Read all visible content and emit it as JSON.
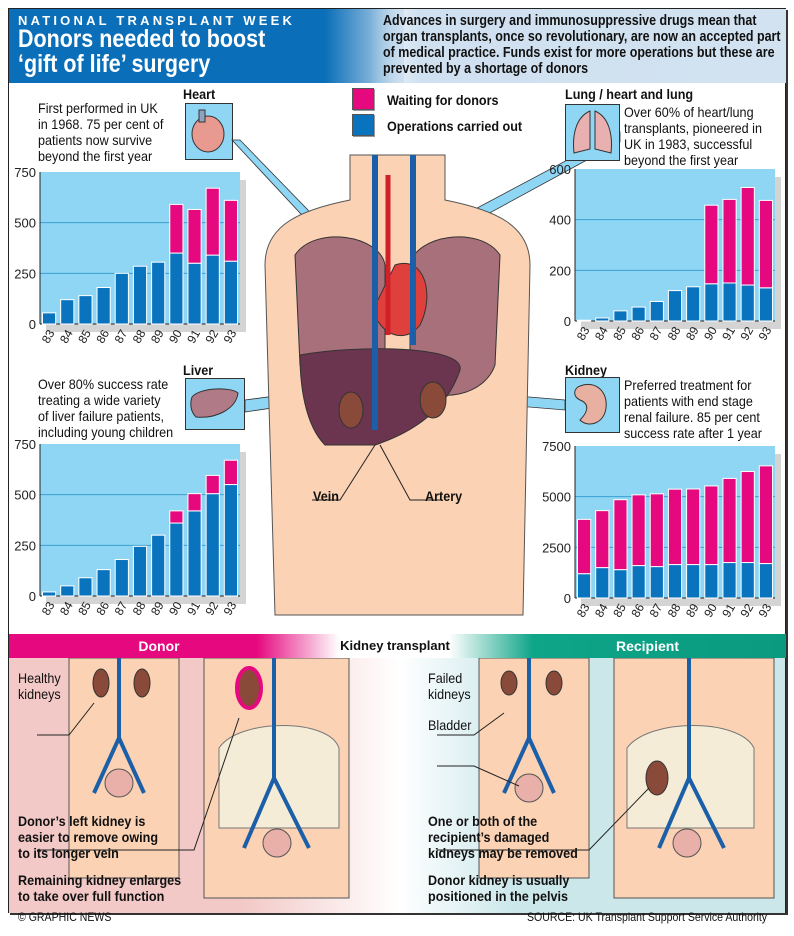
{
  "header": {
    "kicker": "NATIONAL TRANSPLANT WEEK",
    "title_line1": "Donors needed to boost",
    "title_line2": "‘gift of life’ surgery",
    "intro": "Advances in surgery and immunosuppressive drugs mean that organ transplants, once so revolutionary, are now an accepted part of medical practice. Funds exist for more operations but these are prevented by a shortage of donors"
  },
  "legend": {
    "waiting": "Waiting for donors",
    "operations": "Operations carried out",
    "colors": {
      "waiting": "#e5087e",
      "operations": "#0a73bd"
    }
  },
  "organs": {
    "heart": {
      "title": "Heart",
      "text": [
        "First performed in UK",
        "in 1968. 75 per cent of",
        "patients now survive",
        "beyond the first year"
      ]
    },
    "lung": {
      "title": "Lung / heart and lung",
      "text": [
        "Over 60% of heart/lung",
        "transplants, pioneered in",
        "UK in 1983, successful",
        "beyond the first year"
      ]
    },
    "liver": {
      "title": "Liver",
      "text": [
        "Over 80% success rate",
        "treating a wide variety",
        "of liver failure patients,",
        "including young children"
      ]
    },
    "kidney": {
      "title": "Kidney",
      "text": [
        "Preferred treatment for",
        "patients with end stage",
        "renal failure. 85 per cent",
        "success rate after 1 year"
      ]
    }
  },
  "body_labels": {
    "vein": "Vein",
    "artery": "Artery"
  },
  "kidney_section": {
    "title": "Kidney transplant",
    "donor": "Donor",
    "recipient": "Recipient",
    "healthy": [
      "Healthy",
      "kidneys"
    ],
    "failed": [
      "Failed",
      "kidneys"
    ],
    "bladder": "Bladder",
    "donor_note1": [
      "Donor’s left kidney is",
      "easier to remove owing",
      "to its longer vein"
    ],
    "donor_note2": [
      "Remaining kidney enlarges",
      "to take over full function"
    ],
    "recipient_note1": [
      "One or both of the",
      "recipient’s damaged",
      "kidneys may be removed"
    ],
    "recipient_note2": [
      "Donor kidney is usually",
      "positioned in the pelvis"
    ]
  },
  "footer": {
    "credit": "© GRAPHIC NEWS",
    "source": "SOURCE: UK Transplant Support Service Authority"
  },
  "chart_data": [
    {
      "id": "heart",
      "type": "bar",
      "stacked": true,
      "title": "Heart",
      "categories": [
        "83",
        "84",
        "85",
        "86",
        "87",
        "88",
        "89",
        "90",
        "91",
        "92",
        "93"
      ],
      "ylim": [
        0,
        750
      ],
      "yticks": [
        0,
        250,
        500,
        750
      ],
      "series": [
        {
          "name": "Operations carried out",
          "values": [
            55,
            120,
            140,
            180,
            250,
            285,
            305,
            350,
            300,
            340,
            310
          ]
        },
        {
          "name": "Waiting for donors",
          "values": [
            0,
            0,
            0,
            0,
            0,
            0,
            0,
            240,
            265,
            330,
            300
          ]
        }
      ]
    },
    {
      "id": "lung",
      "type": "bar",
      "stacked": true,
      "title": "Lung / heart and lung",
      "categories": [
        "83",
        "84",
        "85",
        "86",
        "87",
        "88",
        "89",
        "90",
        "91",
        "92",
        "93"
      ],
      "ylim": [
        0,
        600
      ],
      "yticks": [
        0,
        200,
        400,
        600
      ],
      "series": [
        {
          "name": "Operations carried out",
          "values": [
            3,
            12,
            40,
            55,
            77,
            120,
            135,
            147,
            150,
            142,
            131
          ]
        },
        {
          "name": "Waiting for donors",
          "values": [
            0,
            0,
            0,
            0,
            0,
            0,
            0,
            310,
            330,
            385,
            345
          ]
        }
      ]
    },
    {
      "id": "liver",
      "type": "bar",
      "stacked": true,
      "title": "Liver",
      "categories": [
        "83",
        "84",
        "85",
        "86",
        "87",
        "88",
        "89",
        "90",
        "91",
        "92",
        "93"
      ],
      "ylim": [
        0,
        750
      ],
      "yticks": [
        0,
        250,
        500,
        750
      ],
      "series": [
        {
          "name": "Operations carried out",
          "values": [
            20,
            50,
            90,
            130,
            180,
            245,
            300,
            360,
            420,
            505,
            550
          ]
        },
        {
          "name": "Waiting for donors",
          "values": [
            0,
            0,
            0,
            0,
            0,
            0,
            0,
            60,
            85,
            90,
            120
          ]
        }
      ]
    },
    {
      "id": "kidney",
      "type": "bar",
      "stacked": true,
      "title": "Kidney",
      "categories": [
        "83",
        "84",
        "85",
        "86",
        "87",
        "88",
        "89",
        "90",
        "91",
        "92",
        "93"
      ],
      "ylim": [
        0,
        7500
      ],
      "yticks": [
        0,
        2500,
        5000,
        7500
      ],
      "series": [
        {
          "name": "Operations carried out",
          "values": [
            1200,
            1500,
            1400,
            1600,
            1550,
            1650,
            1650,
            1650,
            1750,
            1750,
            1700
          ]
        },
        {
          "name": "Waiting for donors",
          "values": [
            2680,
            2810,
            3450,
            3490,
            3590,
            3720,
            3730,
            3880,
            4150,
            4490,
            4820
          ]
        }
      ]
    }
  ]
}
